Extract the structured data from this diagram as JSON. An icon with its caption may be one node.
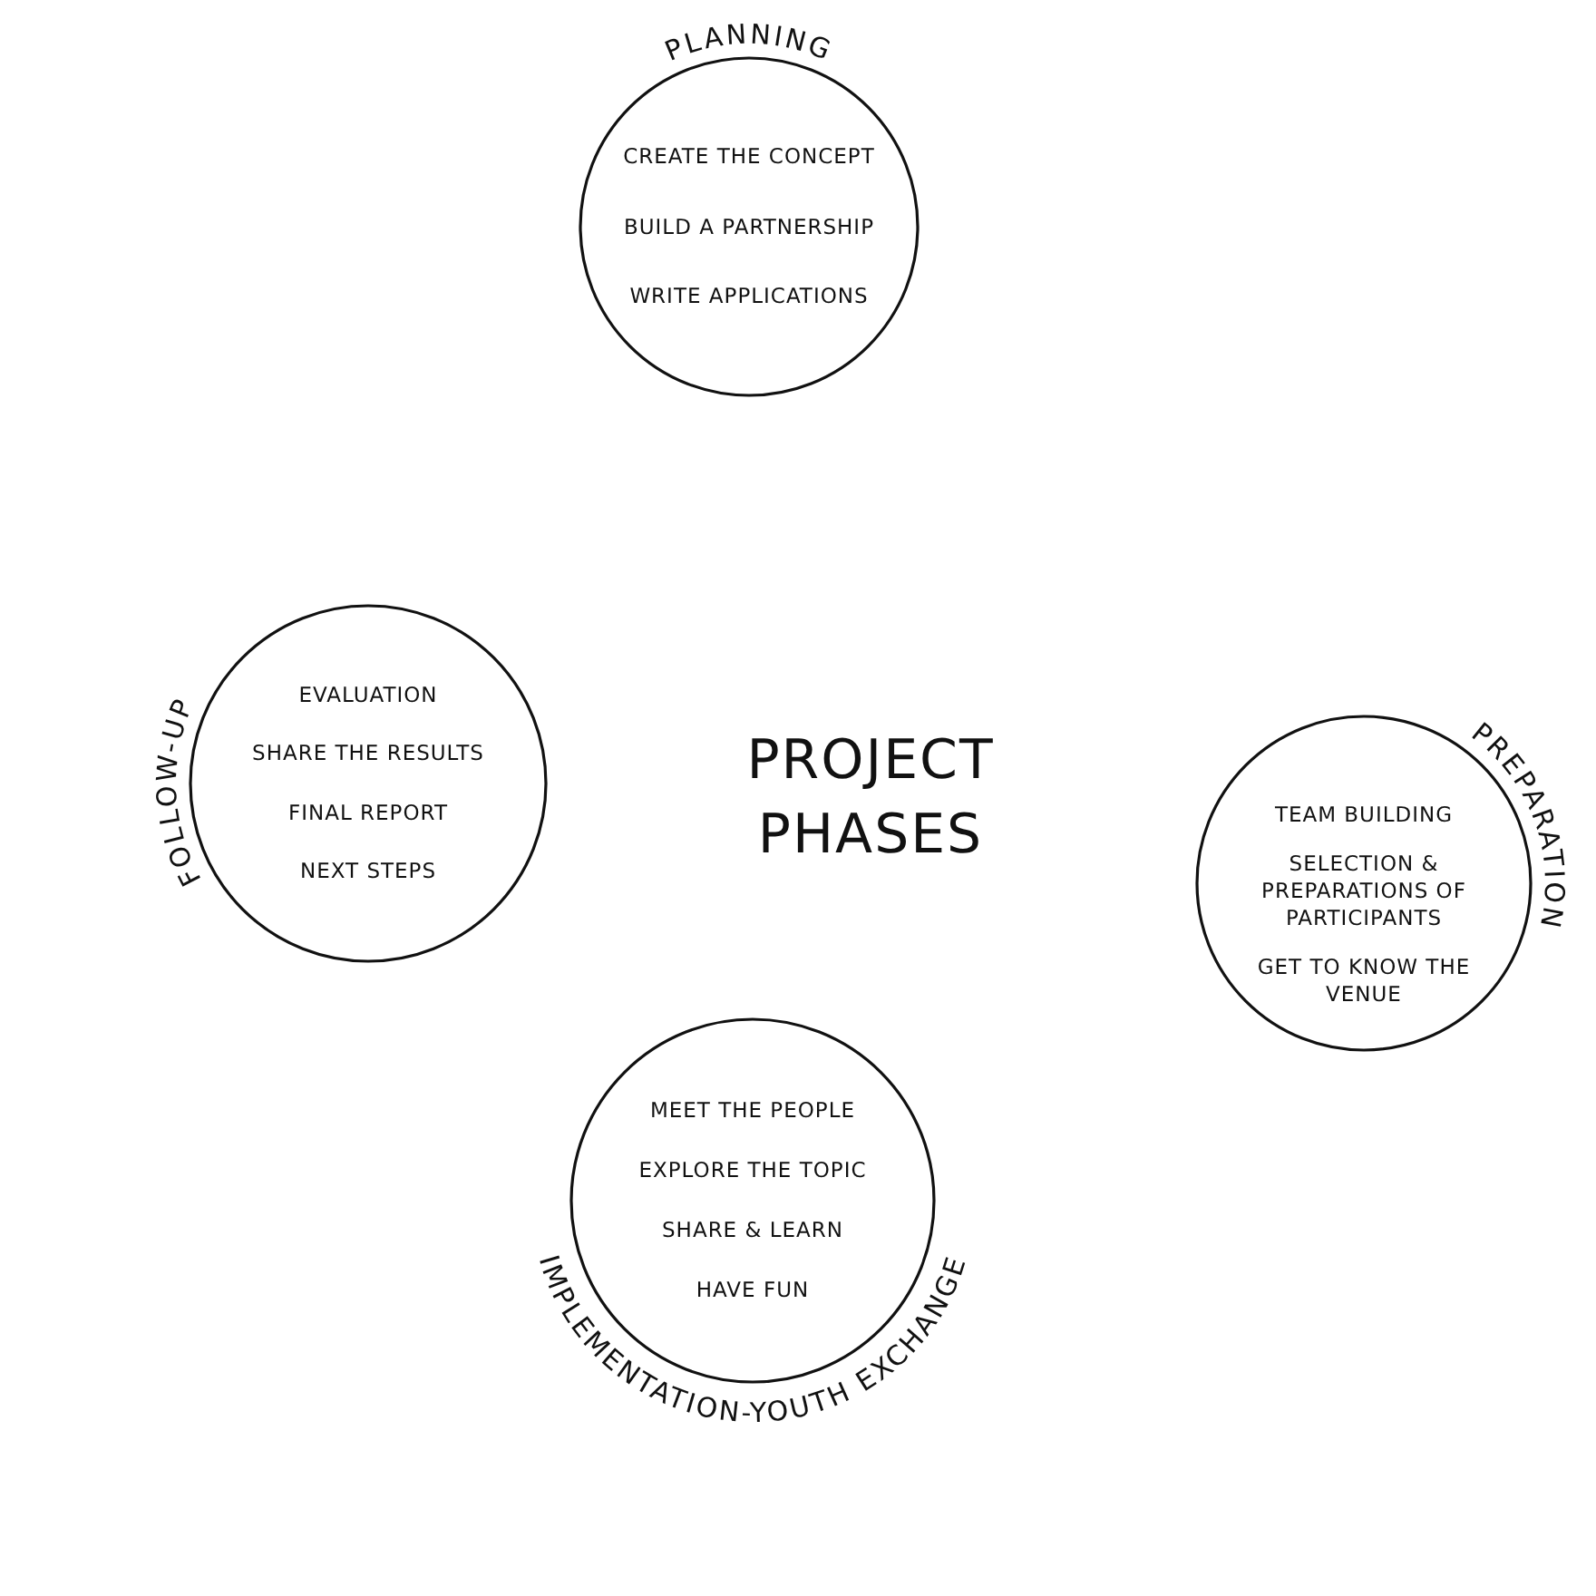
{
  "diagram": {
    "nodes": [
      {
        "text": [
          "PLANNING",
          "CREATE THE CONCEPT",
          "BUILD A PARTNERSHIP",
          "WRITE APPLICATIONS"
        ]
      },
      {
        "text": [
          "FOLLOW-UP",
          "EVALUATION",
          "SHARE THE RESULTS",
          "FINAL REPORT",
          "NEXT STEPS"
        ]
      },
      {
        "text": [
          "PREPARATION",
          "TEAM BUILDING",
          "SELECTION & PREPARATIONS OF PARTICIPANTS",
          "GET TO KNOW THE VENUE"
        ]
      },
      {
        "text": [
          "MEET THE PEOPLE",
          "EXPLORE THE TOPIC",
          "SHARE & LEARN",
          "HAVE FUN",
          "IMPLEMENTATION-YOUTH EXCHANGE"
        ]
      }
    ],
    "title": "PROJECT PHASES"
  }
}
